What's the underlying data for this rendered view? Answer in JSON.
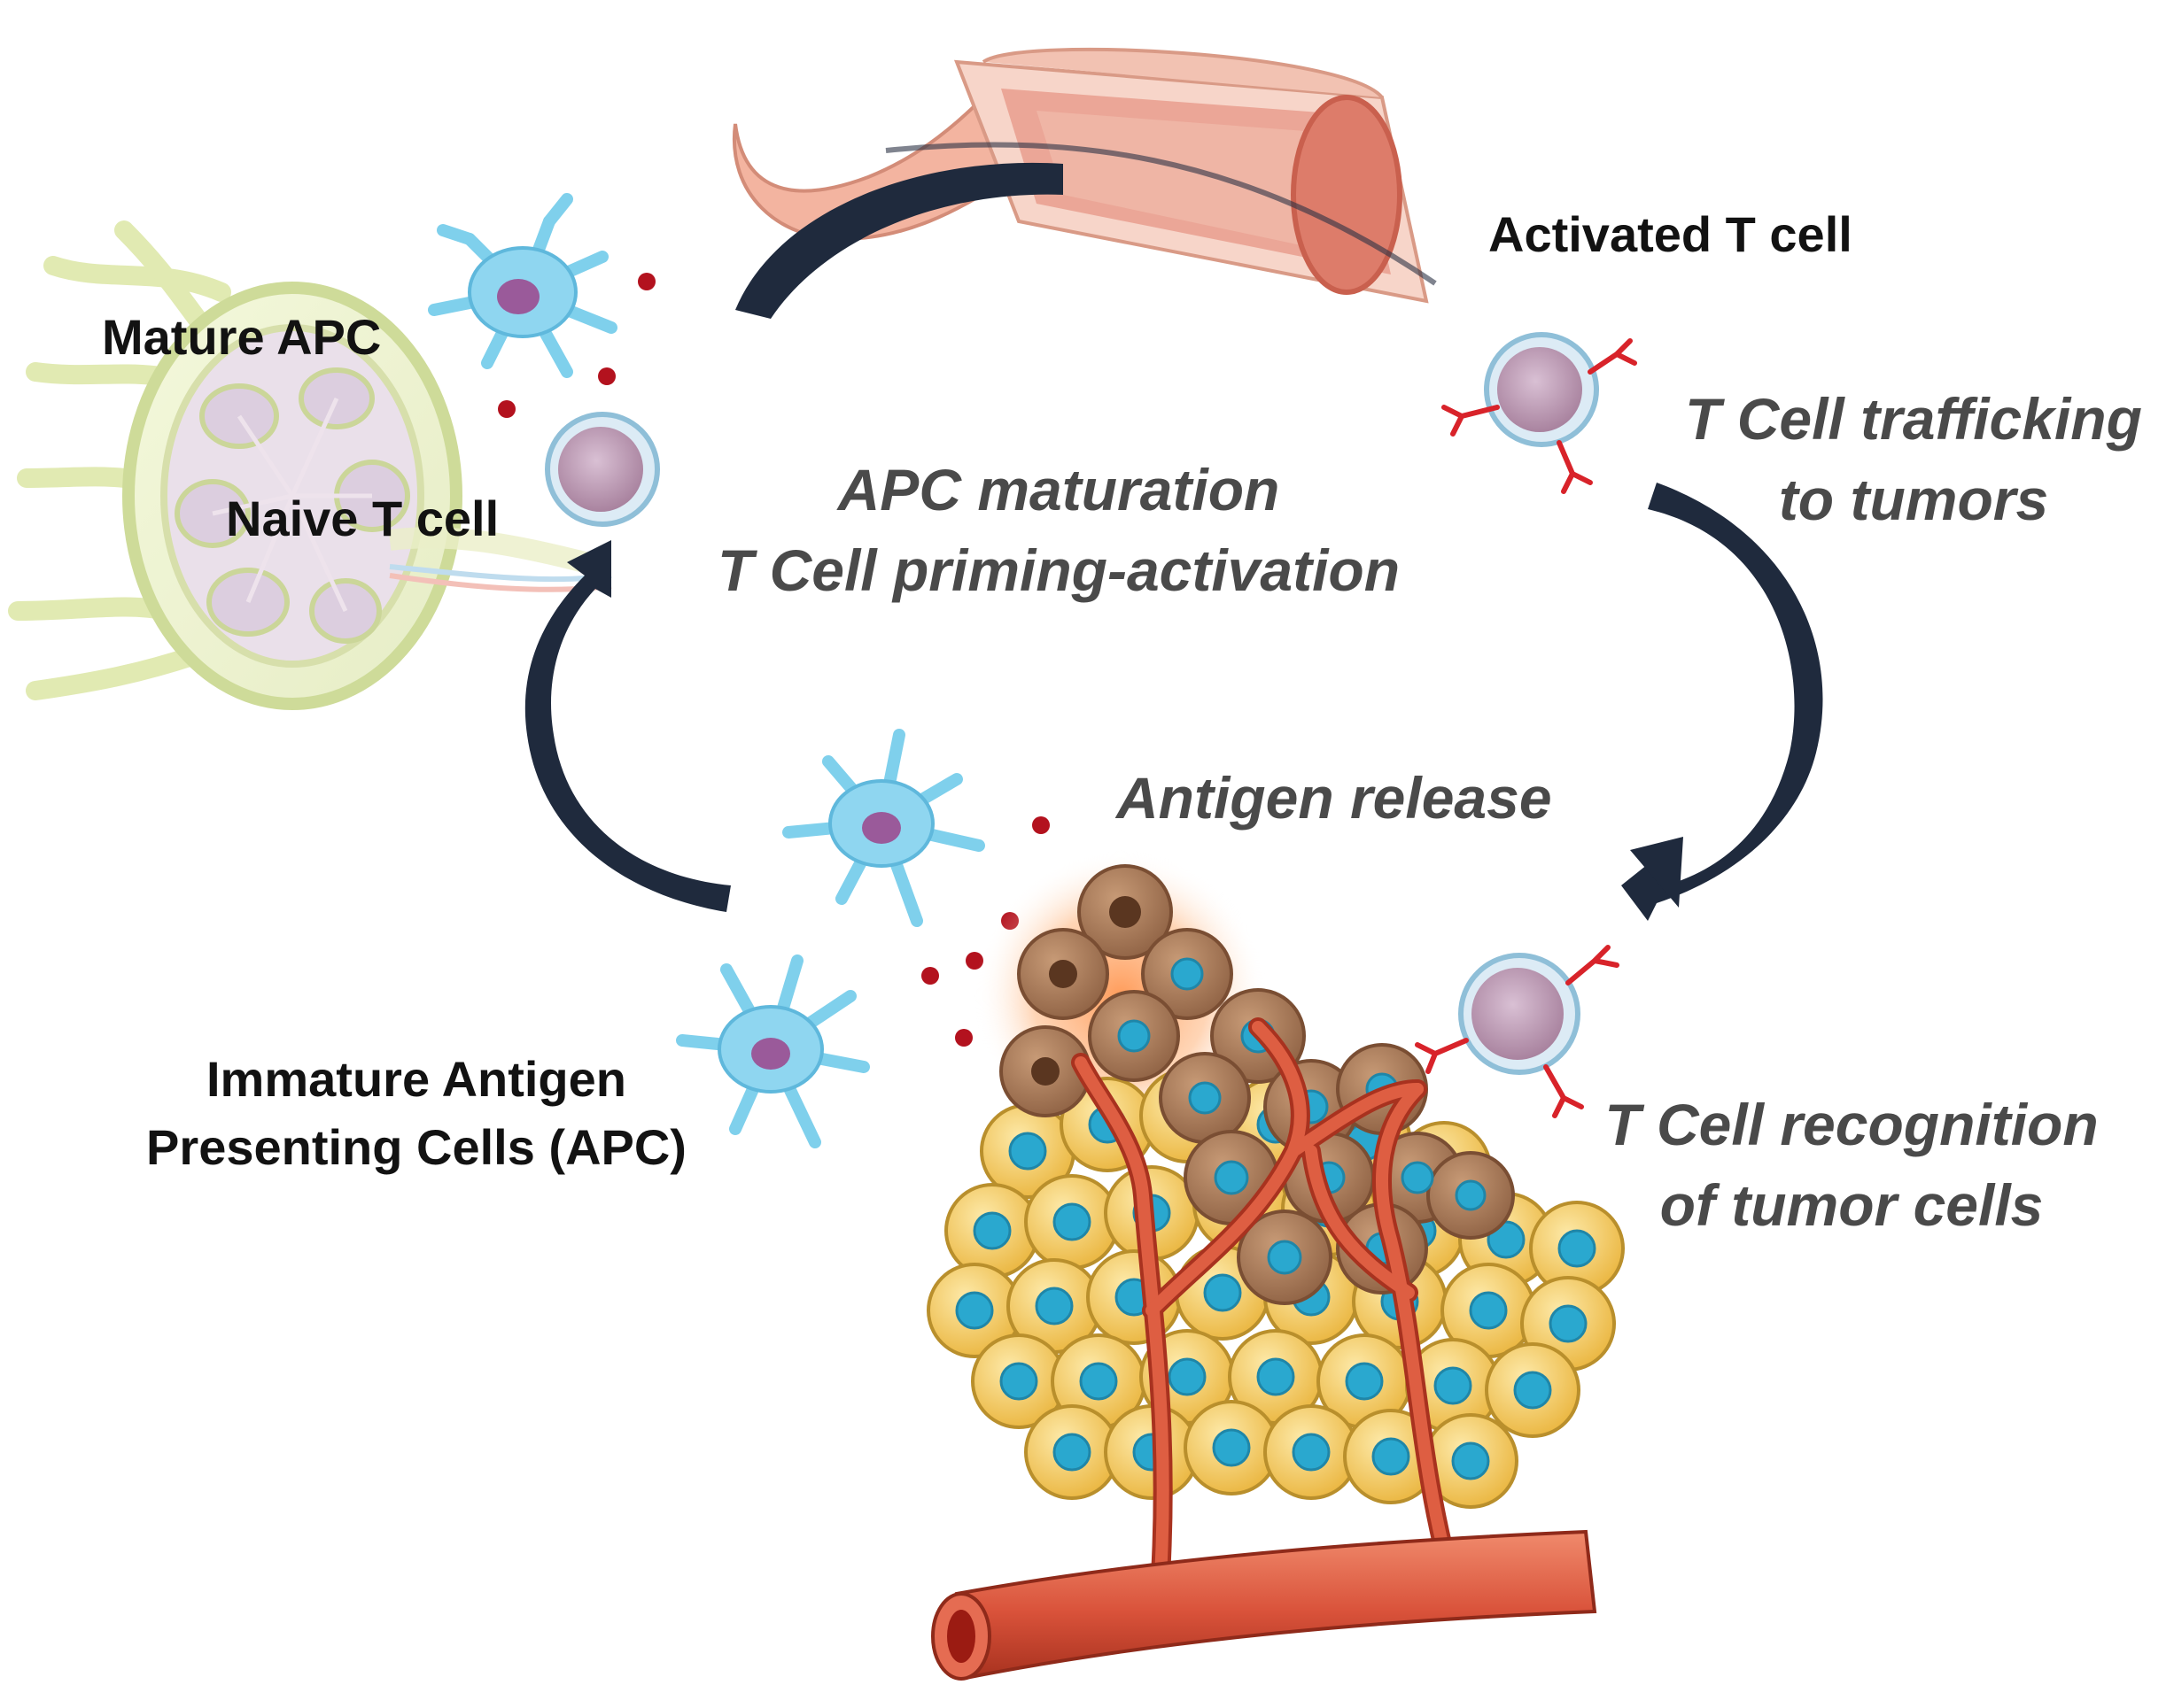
{
  "labels": {
    "mature_apc": "Mature APC",
    "naive_t_cell": "Naive T cell",
    "activated_t_cell": "Activated T cell",
    "immature_apc_line1": "Immature Antigen",
    "immature_apc_line2": "Presenting Cells (APC)"
  },
  "steps": {
    "priming_line1": "APC maturation",
    "priming_line2": "T Cell priming-activation",
    "trafficking_line1": "T Cell trafficking",
    "trafficking_line2": "to tumors",
    "antigen_release": "Antigen release",
    "recognition_line1": "T Cell recognition",
    "recognition_line2": "of tumor cells"
  },
  "colors": {
    "arrow": "#1f2a3d",
    "apc": "#7fd0ec",
    "t_cell": "#c29fba",
    "antigen": "#b3121e",
    "tumor_cell": "#f4c95a",
    "vessel": "#de5e42",
    "text_step": "#4a4a4a"
  }
}
